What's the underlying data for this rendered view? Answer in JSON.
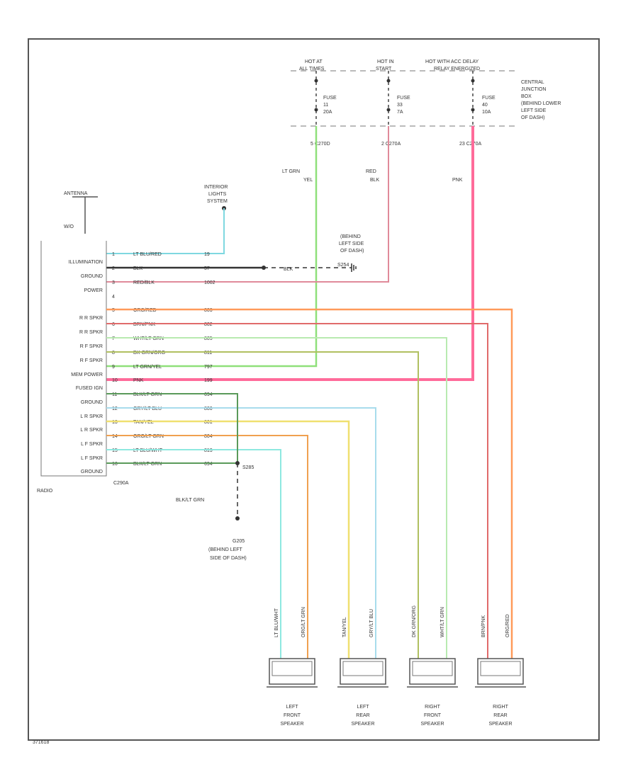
{
  "junction": {
    "hot_labels": [
      [
        "HOT AT",
        "ALL TIMES"
      ],
      [
        "HOT IN",
        "START"
      ],
      [
        "HOT WITH ACC DELAY",
        "RELAY ENERGIZED"
      ]
    ],
    "fuses": [
      [
        "FUSE",
        "11",
        "20A"
      ],
      [
        "FUSE",
        "33",
        "7A"
      ],
      [
        "FUSE",
        "40",
        "10A"
      ]
    ],
    "central_junction": [
      "CENTRAL",
      "JUNCTION",
      "BOX",
      "(BEHIND LOWER",
      "LEFT SIDE",
      "OF DASH)"
    ],
    "connectors": [
      "5 C270D",
      "2 C270A",
      "23 C270A"
    ]
  },
  "feed_wires": [
    [
      "LT GRN",
      "YEL"
    ],
    [
      "RED",
      "BLK"
    ],
    [
      "PNK"
    ]
  ],
  "antenna": {
    "label": "ANTENNA",
    "connector": "W/O"
  },
  "interior_lights": [
    "INTERIOR",
    "LIGHTS",
    "SYSTEM"
  ],
  "ground_note": [
    "(BEHIND",
    "LEFT SIDE",
    "OF DASH)"
  ],
  "radio": {
    "label": "RADIO",
    "connector": "C290A",
    "terminals": [
      "ILLUMINATION",
      "GROUND",
      "POWER",
      "",
      "R R SPKR",
      "R R SPKR",
      "R F SPKR",
      "R F SPKR",
      "MEM POWER",
      "FUSED IGN",
      "GROUND",
      "L R SPKR",
      "L R SPKR",
      "L F SPKR",
      "L F SPKR",
      "GROUND"
    ],
    "pins": [
      "1",
      "2",
      "3",
      "4",
      "5",
      "6",
      "7",
      "8",
      "9",
      "10",
      "11",
      "12",
      "13",
      "14",
      "15",
      "16"
    ],
    "wires": [
      {
        "color": "LT BLU/RED",
        "circuit": "19"
      },
      {
        "color": "BLK",
        "circuit": "57"
      },
      {
        "color": "RED/BLK",
        "circuit": "1002"
      },
      {
        "color": "",
        "circuit": ""
      },
      {
        "color": "ORG/RED",
        "circuit": "803"
      },
      {
        "color": "BRN/PNK",
        "circuit": "802"
      },
      {
        "color": "WHT/LT GRN",
        "circuit": "805"
      },
      {
        "color": "DK GRN/ORG",
        "circuit": "811"
      },
      {
        "color": "LT GRN/YEL",
        "circuit": "797"
      },
      {
        "color": "PNK",
        "circuit": "199"
      },
      {
        "color": "BLK/LT GRN",
        "circuit": "694"
      },
      {
        "color": "GRY/LT BLU",
        "circuit": "800"
      },
      {
        "color": "TAN/YEL",
        "circuit": "801"
      },
      {
        "color": "ORG/LT GRN",
        "circuit": "804"
      },
      {
        "color": "LT BLU/WHT",
        "circuit": "813"
      },
      {
        "color": "BLK/LT GRN",
        "circuit": "694"
      }
    ]
  },
  "ground_splice": {
    "splice": "S285",
    "wire": "BLK/LT GRN",
    "ground": [
      "G205",
      "(BEHIND LEFT",
      "SIDE OF DASH)"
    ],
    "blk_label": "BLK",
    "splice2": "S254"
  },
  "speakers": [
    {
      "name": [
        "LEFT",
        "FRONT",
        "SPEAKER"
      ],
      "wires": [
        "LT BLU/WHT",
        "ORG/LT GRN"
      ]
    },
    {
      "name": [
        "LEFT",
        "REAR",
        "SPEAKER"
      ],
      "wires": [
        "TAN/YEL",
        "GRY/LT BLU"
      ]
    },
    {
      "name": [
        "RIGHT",
        "FRONT",
        "SPEAKER"
      ],
      "wires": [
        "DK GRN/ORG",
        "WHT/LT GRN"
      ]
    },
    {
      "name": [
        "RIGHT",
        "REAR",
        "SPEAKER"
      ],
      "wires": [
        "BRN/PNK",
        "ORG/RED"
      ]
    }
  ],
  "footer_code": "371618",
  "colors": {
    "pink": "#ff6b9a",
    "lt_green": "#8fe07a",
    "red_blk": "#e08a9a",
    "lt_blue": "#7fd8e0",
    "orange": "#ff9a5a",
    "brown_pink": "#e06a6a",
    "white_green": "#b8eab0",
    "dk_green_org": "#b0c060",
    "yellow": "#f0e070",
    "gray_blue": "#a8dcec",
    "blk_green": "#5a9a5a",
    "lt_blu_wht": "#8ee8e0",
    "org_green": "#f0a050"
  }
}
